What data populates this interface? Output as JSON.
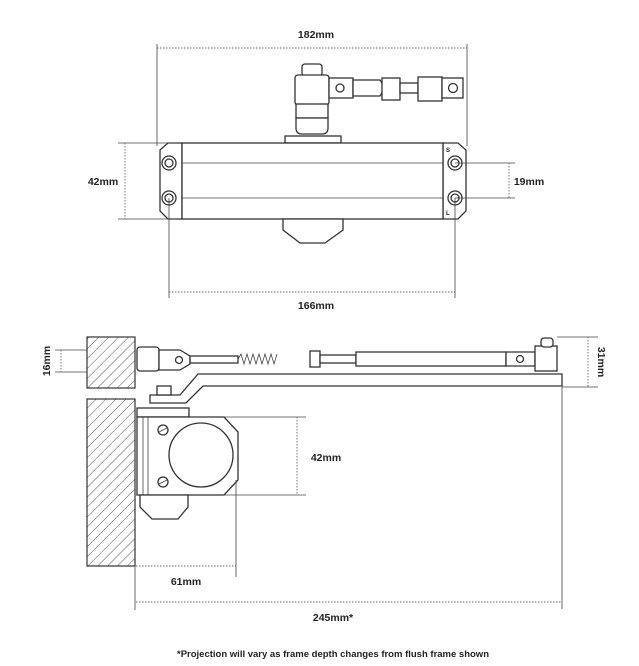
{
  "top_view": {
    "overall_width": "182mm",
    "body_height": "42mm",
    "hole_spacing_vertical": "19mm",
    "hole_spacing_horizontal": "166mm",
    "marks": {
      "s": "S",
      "l": "L"
    }
  },
  "side_view": {
    "frame_height": "16mm",
    "arm_height": "31mm",
    "body_height": "42mm",
    "body_depth": "61mm",
    "projection": "245mm*"
  },
  "footnote": "*Projection will vary as frame depth changes from flush frame shown"
}
